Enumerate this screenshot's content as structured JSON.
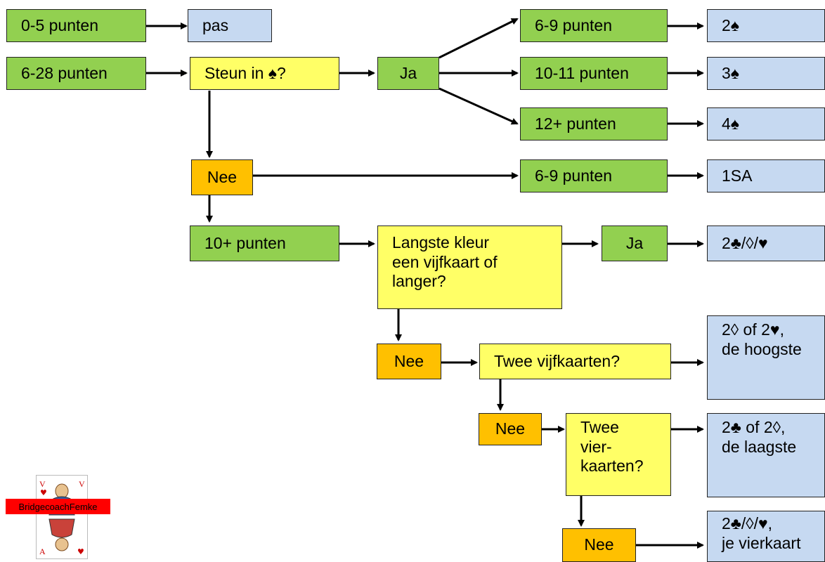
{
  "nodes": {
    "p05": "0-5 punten",
    "pas": "pas",
    "p628": "6-28 punten",
    "steun": "Steun in ♠?",
    "ja1": "Ja",
    "p69a": "6-9 punten",
    "r2s": "2♠",
    "p1011": "10-11 punten",
    "r3s": "3♠",
    "p12": "12+ punten",
    "r4s": "4♠",
    "nee1": "Nee",
    "p69b": "6-9 punten",
    "r1sa": "1SA",
    "p10": "10+ punten",
    "langste": [
      "Langste kleur",
      "een vijfkaart of",
      "langer?"
    ],
    "ja2": "Ja",
    "r2kleur": "2♣/◊/♥",
    "nee2": "Nee",
    "twee5": "Twee vijfkaarten?",
    "rhoogste": [
      "2◊ of 2♥,",
      "de hoogste"
    ],
    "nee3": "Nee",
    "twee4": [
      "Twee",
      "vier-",
      "kaarten?"
    ],
    "rlaagste": [
      "2♣ of 2◊,",
      "de laagste"
    ],
    "nee4": "Nee",
    "rvier": [
      "2♣/◊/♥,",
      "je vierkaart"
    ]
  },
  "logo": {
    "text": "BridgecoachFemke"
  },
  "colors": {
    "green": "#92d050",
    "blue": "#c6d9f1",
    "yellow": "#ffff66",
    "orange": "#ffc000"
  }
}
